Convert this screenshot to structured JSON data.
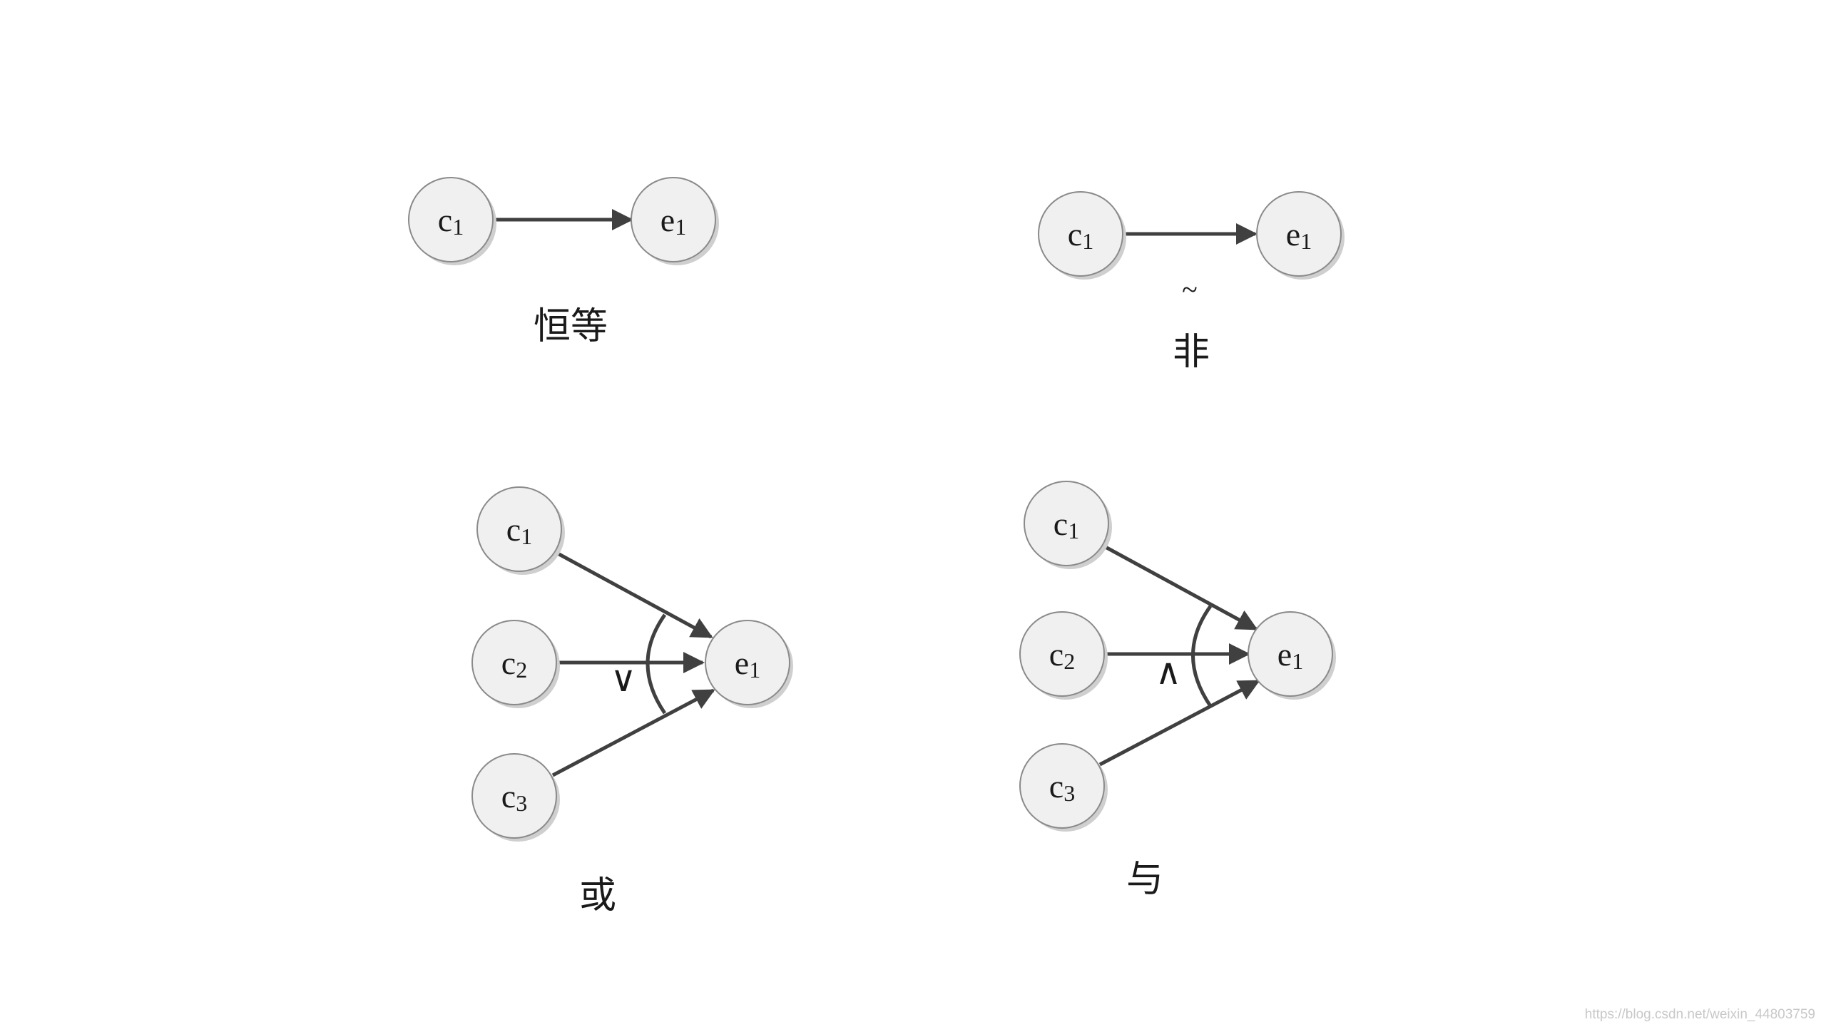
{
  "colors": {
    "node_fill": "#f0f0f0",
    "node_stroke": "#8a8a8a",
    "edge": "#404040",
    "shadow": "#cfcfcf"
  },
  "diagrams": {
    "identity": {
      "label": "恒等",
      "nodes": {
        "c1": {
          "base": "c",
          "sub": "1"
        },
        "e1": {
          "base": "e",
          "sub": "1"
        }
      }
    },
    "not": {
      "label": "非",
      "operator": "~",
      "nodes": {
        "c1": {
          "base": "c",
          "sub": "1"
        },
        "e1": {
          "base": "e",
          "sub": "1"
        }
      }
    },
    "or": {
      "label": "或",
      "operator": "∨",
      "nodes": {
        "c1": {
          "base": "c",
          "sub": "1"
        },
        "c2": {
          "base": "c",
          "sub": "2"
        },
        "c3": {
          "base": "c",
          "sub": "3"
        },
        "e1": {
          "base": "e",
          "sub": "1"
        }
      }
    },
    "and": {
      "label": "与",
      "operator": "∧",
      "nodes": {
        "c1": {
          "base": "c",
          "sub": "1"
        },
        "c2": {
          "base": "c",
          "sub": "2"
        },
        "c3": {
          "base": "c",
          "sub": "3"
        },
        "e1": {
          "base": "e",
          "sub": "1"
        }
      }
    }
  },
  "watermark": "https://blog.csdn.net/weixin_44803759"
}
